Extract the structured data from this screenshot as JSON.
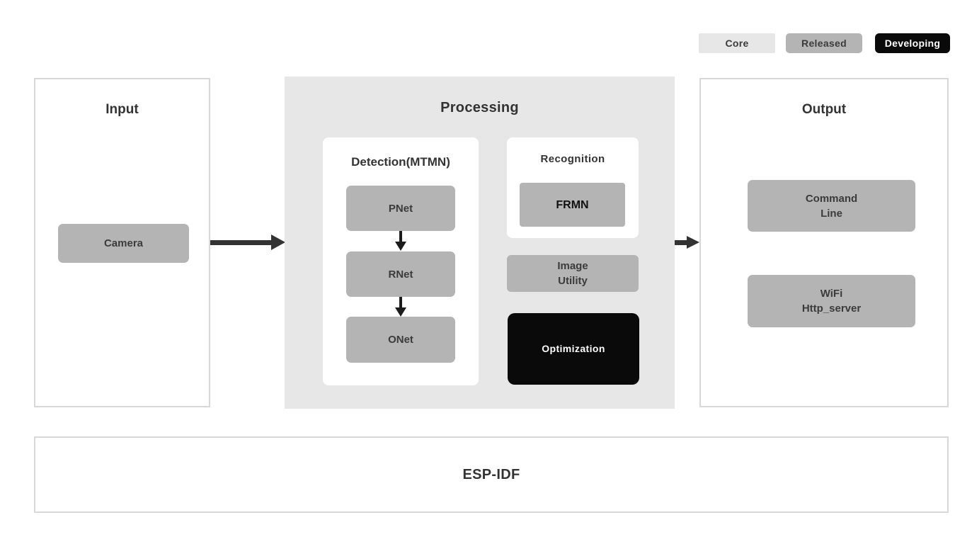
{
  "legend": {
    "items": [
      {
        "label": "Core",
        "color": "#e7e7e7"
      },
      {
        "label": "Released",
        "color": "#b4b4b4"
      },
      {
        "label": "Developing",
        "color": "#0a0a0a"
      }
    ]
  },
  "input": {
    "title": "Input",
    "camera_label": "Camera"
  },
  "processing": {
    "title": "Processing",
    "detection": {
      "title": "Detection(MTMN)",
      "nodes": [
        "PNet",
        "RNet",
        "ONet"
      ]
    },
    "recognition": {
      "title": "Recognition",
      "frmn_label": "FRMN"
    },
    "image_utility_label": "Image\nUtility",
    "optimization_label": "Optimization"
  },
  "output": {
    "title": "Output",
    "command_line_label": "Command\nLine",
    "wifi_label": "WiFi\nHttp_server"
  },
  "footer": {
    "title": "ESP-IDF"
  },
  "colors": {
    "panel_gray_bg": "#e7e7e7",
    "node_gray_bg": "#b4b4b4",
    "node_black_bg": "#0a0a0a",
    "panel_border": "#d8d8d8",
    "text_dark": "#3b3b3b",
    "arrow": "#333333"
  }
}
